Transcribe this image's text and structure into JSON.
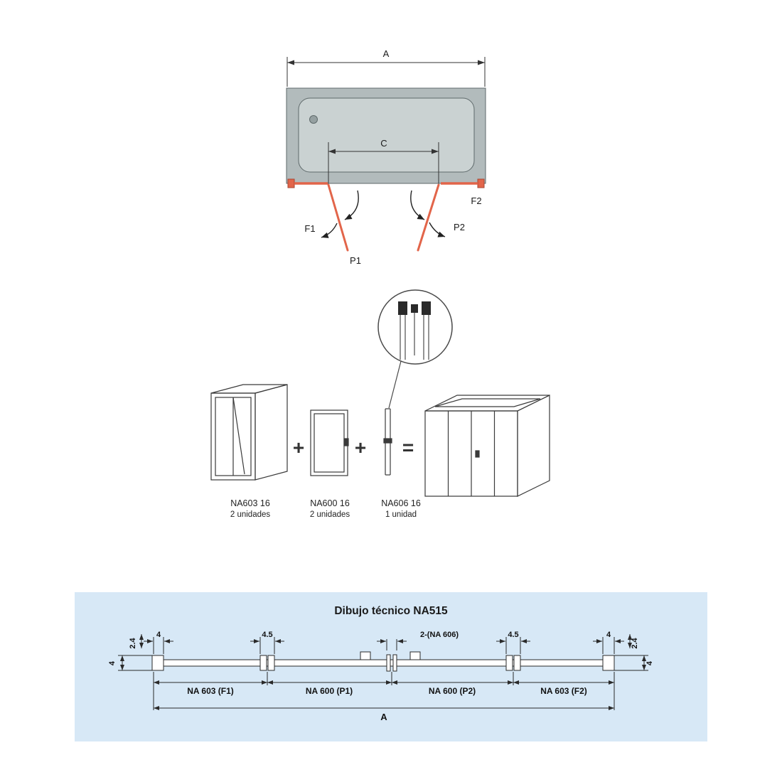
{
  "top_diagram": {
    "dim_a": "A",
    "dim_c": "C",
    "label_f1": "F1",
    "label_p1": "P1",
    "label_p2": "P2",
    "label_f2": "F2"
  },
  "assembly": {
    "plus_1": "+",
    "plus_2": "+",
    "equals": "=",
    "items": [
      {
        "code": "NA603 16",
        "qty": "2 unidades"
      },
      {
        "code": "NA600 16",
        "qty": "2 unidades"
      },
      {
        "code": "NA606 16",
        "qty": "1 unidad"
      }
    ]
  },
  "tech_drawing": {
    "title": "Dibujo técnico NA515",
    "dims": {
      "left_4": "4",
      "left_24": "2.4",
      "left_45": "4.5",
      "center_na606": "2-(NA 606)",
      "right_45": "4.5",
      "right_4": "4",
      "right_24": "2.4",
      "side_left_4": "4",
      "side_right_4": "4",
      "overall": "A"
    },
    "segments": [
      "NA 603 (F1)",
      "NA 600 (P1)",
      "NA 600 (P2)",
      "NA 603 (F2)"
    ]
  },
  "colors": {
    "accent_red": "#e2654a",
    "accent_red_dark": "#a84632",
    "panel_blue": "#d7e8f6",
    "title_blue": "#1a6ab3",
    "tub_gray": "#b2bbbc",
    "tub_inner": "#cad2d2"
  }
}
